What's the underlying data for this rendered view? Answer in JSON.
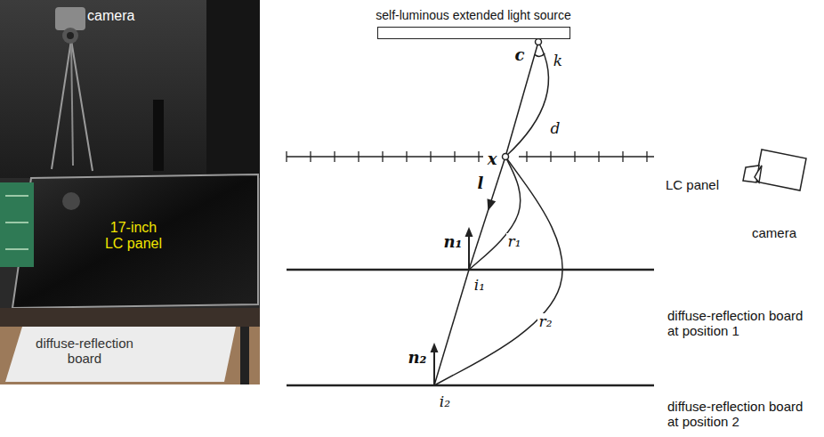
{
  "diagram": {
    "nodes": [
      {
        "text": [
          "self-luminous extended light source"
        ]
      }
    ],
    "labels": [
      "camera",
      "17-inch LC panel",
      "diffuse-reflection board",
      "c",
      "k",
      "x",
      "d",
      "l",
      "n₁",
      "r₁",
      "i₁",
      "n₂",
      "r₂",
      "i₂",
      "LC panel",
      "camera",
      "diffuse-reflection board at position 1",
      "diffuse-reflection board at position 2"
    ]
  }
}
